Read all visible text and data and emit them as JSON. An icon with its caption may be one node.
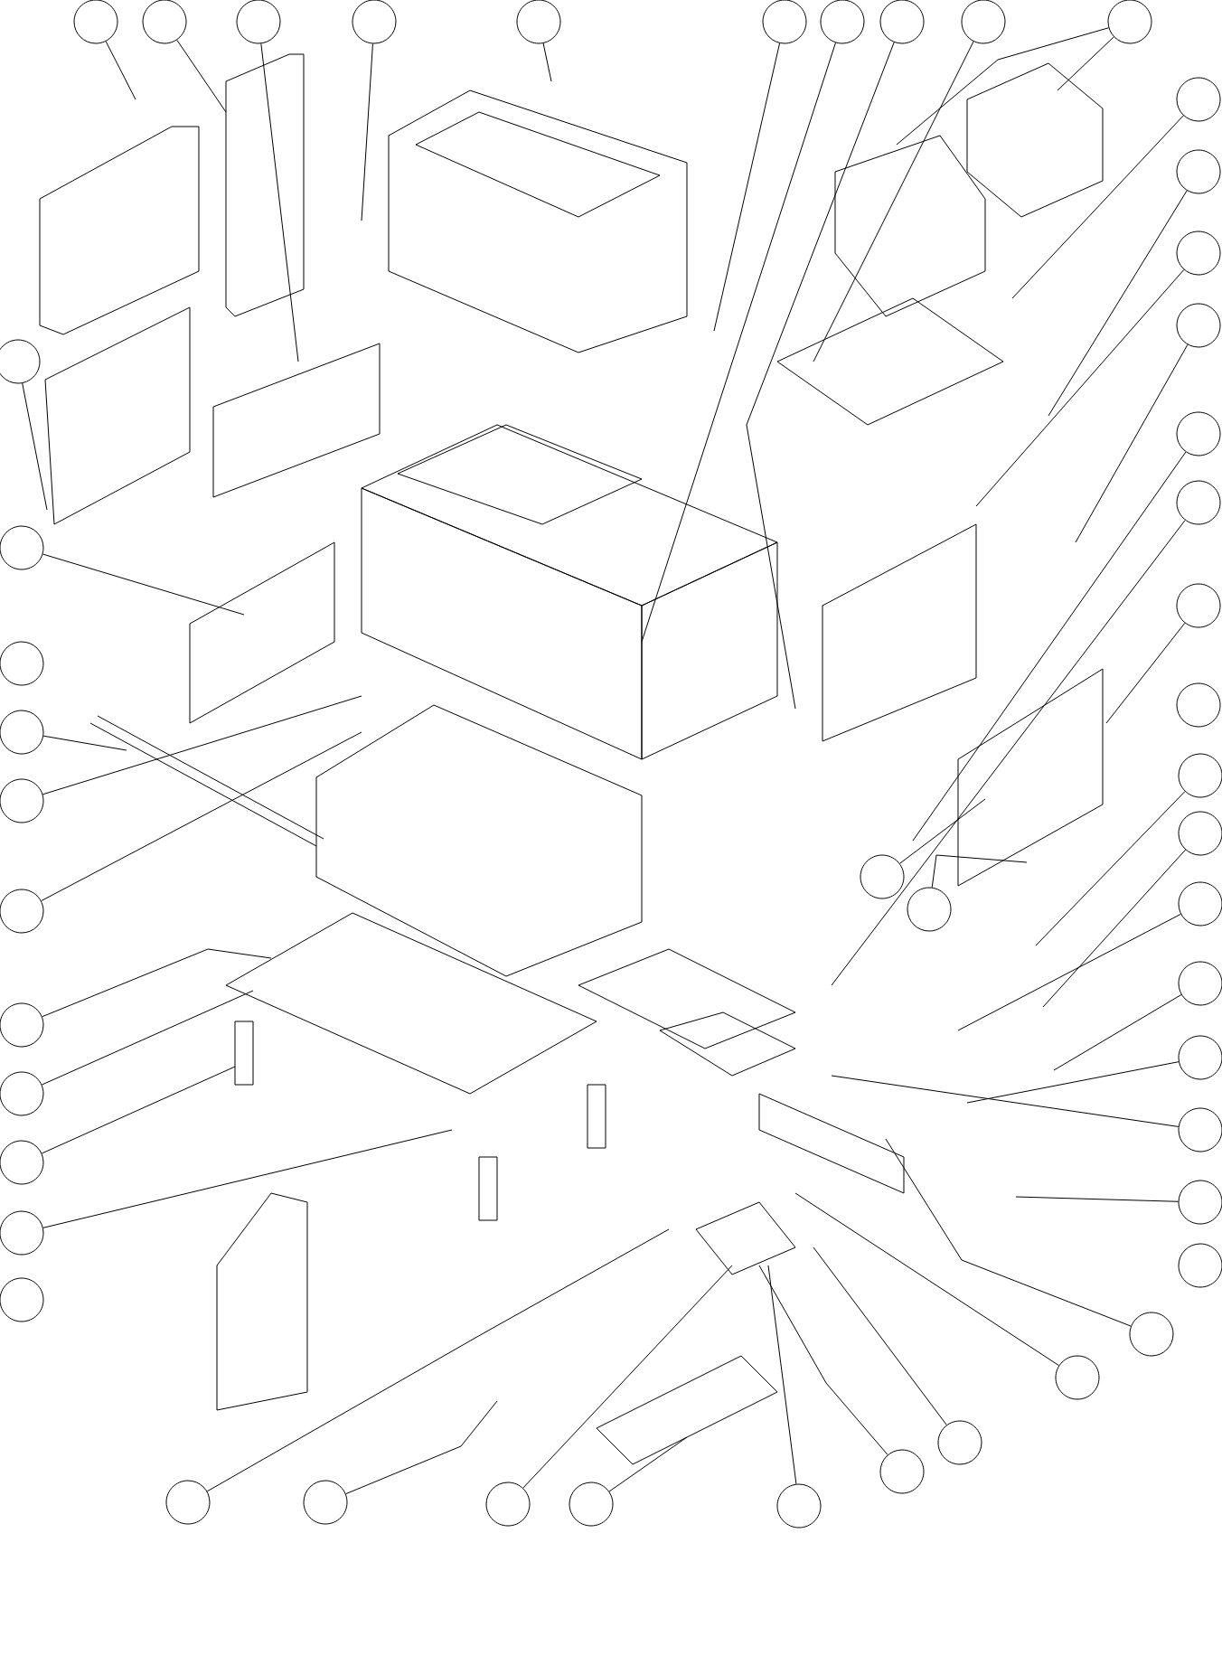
{
  "diagram": {
    "nodes": [
      {
        "text": [],
        "shape": "circle"
      },
      {
        "text": [],
        "shape": "circle"
      },
      {
        "text": [],
        "shape": "circle"
      },
      {
        "text": [],
        "shape": "circle"
      },
      {
        "text": [],
        "shape": "circle"
      },
      {
        "text": [],
        "shape": "circle"
      },
      {
        "text": [],
        "shape": "circle"
      },
      {
        "text": [],
        "shape": "circle"
      },
      {
        "text": [],
        "shape": "circle"
      },
      {
        "text": [],
        "shape": "circle"
      },
      {
        "text": [],
        "shape": "circle"
      },
      {
        "text": [],
        "shape": "circle"
      },
      {
        "text": [],
        "shape": "circle"
      },
      {
        "text": [],
        "shape": "circle"
      },
      {
        "text": [],
        "shape": "circle"
      },
      {
        "text": [],
        "shape": "circle"
      },
      {
        "text": [],
        "shape": "circle"
      },
      {
        "text": [],
        "shape": "circle"
      },
      {
        "text": [],
        "shape": "circle"
      },
      {
        "text": [],
        "shape": "circle"
      },
      {
        "text": [],
        "shape": "circle"
      },
      {
        "text": [],
        "shape": "circle"
      },
      {
        "text": [],
        "shape": "circle"
      },
      {
        "text": [],
        "shape": "circle"
      },
      {
        "text": [],
        "shape": "circle"
      },
      {
        "text": [],
        "shape": "circle"
      },
      {
        "text": [],
        "shape": "circle"
      },
      {
        "text": [],
        "shape": "circle"
      },
      {
        "text": [],
        "shape": "circle"
      },
      {
        "text": [],
        "shape": "circle"
      },
      {
        "text": [],
        "shape": "circle"
      },
      {
        "text": [],
        "shape": "circle"
      },
      {
        "text": [],
        "shape": "circle"
      },
      {
        "text": [],
        "shape": "circle"
      },
      {
        "text": [],
        "shape": "circle"
      },
      {
        "text": [],
        "shape": "circle"
      },
      {
        "text": [],
        "shape": "circle"
      },
      {
        "text": [],
        "shape": "circle"
      },
      {
        "text": [],
        "shape": "circle"
      },
      {
        "text": [],
        "shape": "circle"
      },
      {
        "text": [],
        "shape": "circle"
      },
      {
        "text": [],
        "shape": "circle"
      },
      {
        "text": [],
        "shape": "circle"
      },
      {
        "text": [],
        "shape": "circle"
      },
      {
        "text": [],
        "shape": "circle"
      },
      {
        "text": [],
        "shape": "circle"
      },
      {
        "text": [],
        "shape": "circle"
      },
      {
        "text": [],
        "shape": "circle"
      }
    ],
    "edges": [
      {
        "from": 0,
        "to": null,
        "arrow": "none"
      },
      {
        "from": 1,
        "to": null,
        "arrow": "none"
      },
      {
        "from": 2,
        "to": null,
        "arrow": "none"
      },
      {
        "from": 3,
        "to": null,
        "arrow": "none"
      },
      {
        "from": 4,
        "to": null,
        "arrow": "none"
      },
      {
        "from": 5,
        "to": null,
        "arrow": "none"
      },
      {
        "from": 6,
        "to": null,
        "arrow": "none"
      },
      {
        "from": 7,
        "to": null,
        "arrow": "none"
      },
      {
        "from": 8,
        "to": null,
        "arrow": "none"
      },
      {
        "from": 9,
        "to": null,
        "arrow": "none"
      },
      {
        "from": 9,
        "to": null,
        "arrow": "none"
      },
      {
        "from": 10,
        "to": null,
        "arrow": "none"
      },
      {
        "from": 11,
        "to": null,
        "arrow": "none"
      },
      {
        "from": 12,
        "to": null,
        "arrow": "none"
      },
      {
        "from": 13,
        "to": null,
        "arrow": "none"
      },
      {
        "from": 14,
        "to": null,
        "arrow": "none"
      },
      {
        "from": 15,
        "to": null,
        "arrow": "none"
      },
      {
        "from": 16,
        "to": null,
        "arrow": "none"
      },
      {
        "from": 18,
        "to": null,
        "arrow": "none"
      },
      {
        "from": 19,
        "to": null,
        "arrow": "none"
      },
      {
        "from": 20,
        "to": null,
        "arrow": "none"
      },
      {
        "from": 21,
        "to": null,
        "arrow": "none"
      },
      {
        "from": 22,
        "to": null,
        "arrow": "none"
      },
      {
        "from": 23,
        "to": null,
        "arrow": "none"
      },
      {
        "from": 24,
        "to": null,
        "arrow": "none"
      },
      {
        "from": 25,
        "to": null,
        "arrow": "none"
      },
      {
        "from": 26,
        "to": null,
        "arrow": "none"
      },
      {
        "from": 28,
        "to": null,
        "arrow": "none"
      },
      {
        "from": 29,
        "to": null,
        "arrow": "none"
      },
      {
        "from": 30,
        "to": null,
        "arrow": "none"
      },
      {
        "from": 32,
        "to": null,
        "arrow": "none"
      },
      {
        "from": 33,
        "to": null,
        "arrow": "none"
      },
      {
        "from": 34,
        "to": null,
        "arrow": "none"
      },
      {
        "from": 35,
        "to": null,
        "arrow": "none"
      },
      {
        "from": 36,
        "to": null,
        "arrow": "none"
      },
      {
        "from": 37,
        "to": null,
        "arrow": "none"
      },
      {
        "from": 38,
        "to": null,
        "arrow": "none"
      },
      {
        "from": 40,
        "to": null,
        "arrow": "none"
      },
      {
        "from": 41,
        "to": null,
        "arrow": "none"
      },
      {
        "from": 42,
        "to": null,
        "arrow": "none"
      },
      {
        "from": 43,
        "to": null,
        "arrow": "none"
      },
      {
        "from": 44,
        "to": null,
        "arrow": "none"
      },
      {
        "from": 45,
        "to": null,
        "arrow": "none"
      },
      {
        "from": 46,
        "to": null,
        "arrow": "none"
      },
      {
        "from": 47,
        "to": null,
        "arrow": "none"
      }
    ]
  }
}
